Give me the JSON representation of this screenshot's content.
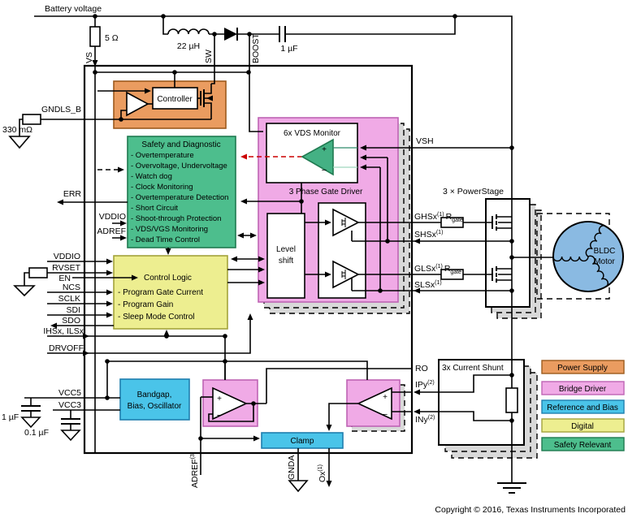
{
  "top": {
    "battery": "Battery voltage",
    "r5": "5 Ω",
    "l22": "22 µH",
    "cboot": "1 µF",
    "vs": "VS",
    "sw": "SW",
    "boost": "BOOST"
  },
  "left": {
    "gndls": "GNDLS_B",
    "r330": "330 mΩ",
    "err": "ERR",
    "vddio_safety": "VDDIO",
    "adref_safety": "ADREF",
    "vddio": "VDDIO",
    "rvset": "RVSET",
    "en": "EN",
    "ncs": "NCS",
    "sclk": "SCLK",
    "sdi": "SDI",
    "sdo": "SDO",
    "ihsx": "IHSx, ILSx",
    "drvoff": "DRVOFF",
    "vcc5": "VCC5",
    "vcc3": "VCC3",
    "c1uf": "1 µF",
    "c01uf": "0.1 µF"
  },
  "blocks": {
    "controller": "Controller",
    "safety": {
      "title": "Safety and Diagnostic",
      "items": [
        "- Overtemperature",
        "- Overvoltage, Undervoltage",
        "- Watch dog",
        "- Clock Monitoring",
        "- Overtemperature Detection",
        "- Short Circuit",
        "- Shoot-through Protection",
        "- VDS/VGS Monitoring",
        "- Dead Time Control"
      ]
    },
    "control_logic": {
      "title": "Control Logic",
      "items": [
        "- Program Gate Current",
        "- Program Gain",
        "- Sleep Mode Control"
      ]
    },
    "vds_monitor": "6x VDS Monitor",
    "gate_driver": "3 Phase Gate Driver",
    "level_shift": [
      "Level",
      "shift"
    ],
    "bandgap": [
      "Bandgap,",
      "Bias, Oscillator"
    ],
    "clamp": "Clamp",
    "power_stage": "3 × PowerStage",
    "current_shunt": "3x Current Shunt",
    "motor": [
      "BLDC",
      "Motor"
    ]
  },
  "right": {
    "vsh": "VSH",
    "ghsx": {
      "l": "GHSx",
      "s": "(1)"
    },
    "shsx": {
      "l": "SHSx",
      "s": "(1)"
    },
    "glsx": {
      "l": "GLSx",
      "s": "(1)"
    },
    "slsx": {
      "l": "SLSx",
      "s": "(1)"
    },
    "rgate": {
      "l": "R",
      "s": "gate"
    },
    "ro": "RO",
    "ipy": {
      "l": "IPy",
      "s": "(2)"
    },
    "iny": {
      "l": "INy",
      "s": "(2)"
    }
  },
  "bottom": {
    "adref": {
      "l": "ADREF",
      "s": "(3)"
    },
    "gnda": "GNDA",
    "ox": {
      "l": "Ox",
      "s": "(1)"
    }
  },
  "legend": {
    "items": [
      {
        "label": "Power Supply",
        "color": "#EA9C60",
        "border": "#9C5A1D"
      },
      {
        "label": "Bridge Driver",
        "color": "#F0AAE6",
        "border": "#BE64B4"
      },
      {
        "label": "Reference and Bias",
        "color": "#4AC4E9",
        "border": "#1F7FAF"
      },
      {
        "label": "Digital",
        "color": "#EDEE90",
        "border": "#A3A33C"
      },
      {
        "label": "Safety Relevant",
        "color": "#4DBE8D",
        "border": "#1F7A50"
      }
    ]
  },
  "copyright": "Copyright © 2016, Texas Instruments Incorporated",
  "colors": {
    "power_supply": "#EA9C60",
    "bridge_driver": "#F0AAE6",
    "reference_bias": "#4AC4E9",
    "digital": "#EDEE90",
    "safety_relevant": "#4DBE8D",
    "motor_blue": "#8ABAE2",
    "fault_red": "#CC0000"
  }
}
